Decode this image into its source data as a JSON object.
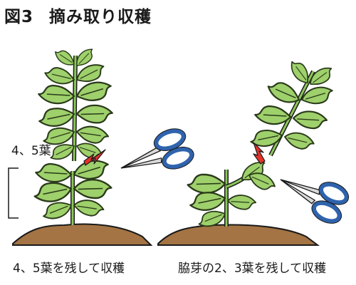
{
  "figure": {
    "number": "図3",
    "title": "摘み取り収穫"
  },
  "left_panel": {
    "leaf_label": "4、5葉",
    "caption": "4、5葉を残して収穫"
  },
  "right_panel": {
    "caption": "脇芽の2、3葉を残して収穫"
  },
  "colors": {
    "leaf_fill": "#9ed06b",
    "leaf_stroke": "#2a3a1a",
    "soil": "#a47444",
    "arrow": "#e4322b",
    "scissor_handle": "#2f63ad",
    "blade": "#d9d9d9"
  }
}
